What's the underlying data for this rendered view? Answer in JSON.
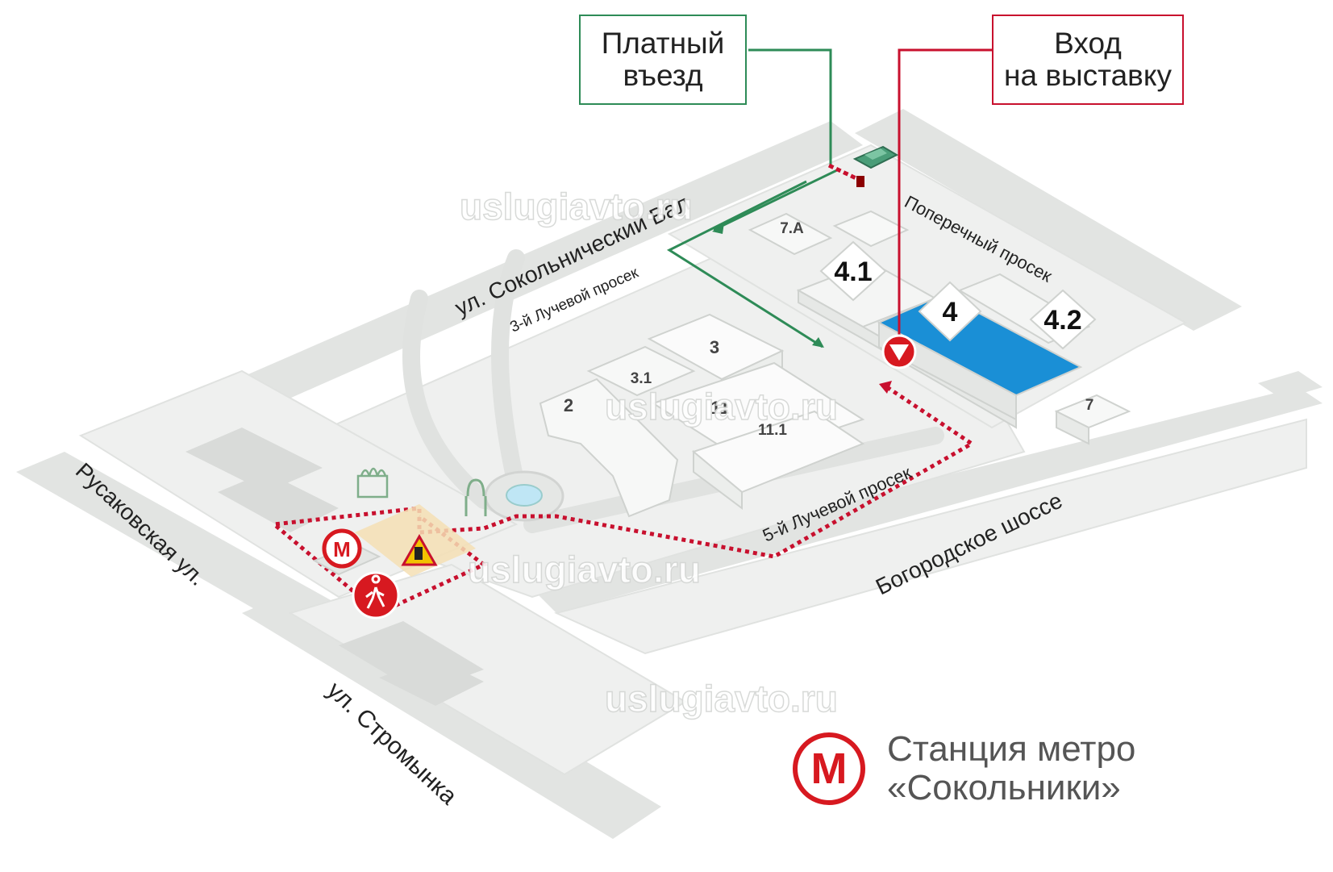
{
  "callouts": {
    "paid_entry": [
      "Платный",
      "въезд"
    ],
    "exhibition_entry": [
      "Вход",
      "на выставку"
    ]
  },
  "streets": {
    "sokolnichesky_val": "ул. Сокольнический Вал",
    "luchevoy_3": "3-й Лучевой просек",
    "poperechny": "Поперечный просек",
    "luchevoy_5": "5-й Лучевой просек",
    "bogorodskoe": "Богородское шоссе",
    "rusakovskaya": "Русаковская ул.",
    "stromynka": "ул. Стромынка"
  },
  "pavilions": {
    "p7a": "7.А",
    "p41": "4.1",
    "p4": "4",
    "p42": "4.2",
    "p3": "3",
    "p31": "3.1",
    "p2": "2",
    "p11": "11",
    "p111": "11.1",
    "p7": "7"
  },
  "watermark": "uslugiavto.ru",
  "legend": {
    "metro_letter": "М",
    "line1": "Станция метро",
    "line2": "«Сокольники»"
  },
  "colors": {
    "green_route": "#2e8b57",
    "red_route": "#c8102e",
    "pavilion_4": "#1a8fd6",
    "metro": "#d71920",
    "road": "#e1e3e1",
    "ground": "#f3f4f3"
  },
  "icons": [
    "metro-icon",
    "roadworks-icon",
    "pedestrian-icon",
    "entrance-marker-icon",
    "car-icon",
    "barrier-icon",
    "church-icon",
    "arch-icon",
    "fountain-icon"
  ]
}
